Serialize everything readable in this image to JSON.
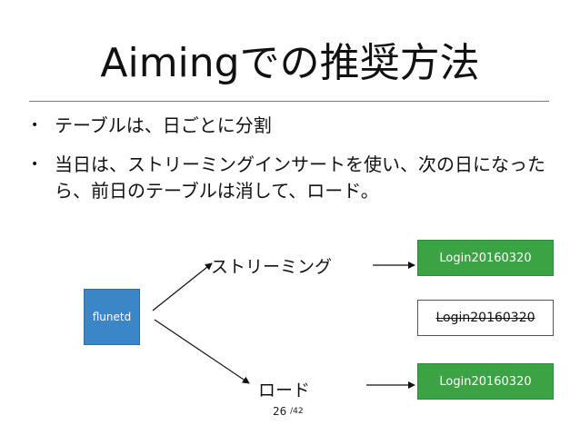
{
  "slide": {
    "title": "Aimingでの推奨方法",
    "bullets": [
      {
        "marker": "•",
        "text": "テーブルは、日ごとに分割"
      },
      {
        "marker": "•",
        "text": "当日は、ストリーミングインサートを使い、次の日になったら、前日のテーブルは消して、ロード。"
      }
    ]
  },
  "diagram": {
    "source": "flunetd",
    "streaming_label": "ストリーミング",
    "load_label": "ロード",
    "tables": [
      {
        "name": "Login20160320",
        "state": "streaming"
      },
      {
        "name": "Login20160320",
        "state": "deleted"
      },
      {
        "name": "Login20160320",
        "state": "loaded"
      }
    ],
    "colors": {
      "source": "#3b86c6",
      "table": "#3ca345",
      "rule": "#cf5a3a"
    }
  },
  "footer": {
    "page": "26",
    "total": "/42"
  }
}
